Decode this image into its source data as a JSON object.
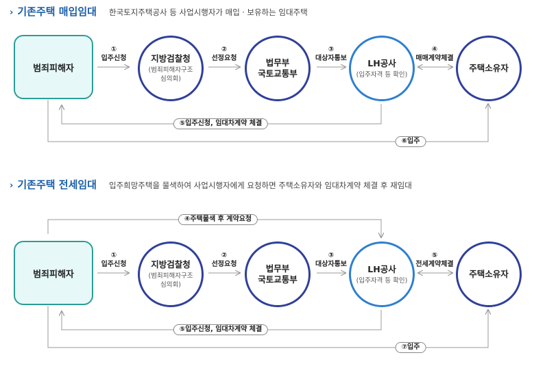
{
  "sections": [
    {
      "title": "기존주택 매입임대",
      "description": "한국토지주택공사 등 사업시행자가 매입ㆍ보유하는 임대주택",
      "nodes": {
        "victim": "범죄피해자",
        "prosecutor": {
          "name": "지방검찰청",
          "sub": "(범죄피해자구조\n심의회)"
        },
        "ministry": {
          "name": "법무부\n국토교통부"
        },
        "lh": {
          "name": "LH공사",
          "sub": "(입주자격 등 확인)"
        },
        "owner": "주택소유자"
      },
      "steps": {
        "s1": {
          "num": "①",
          "label": "입주신청"
        },
        "s2": {
          "num": "②",
          "label": "선정요청"
        },
        "s3": {
          "num": "③",
          "label": "대상자통보"
        },
        "s4": {
          "num": "④",
          "label": "매매계약체결"
        }
      },
      "bottom_pill_1": "⑤입주신청, 임대차계약 체결",
      "bottom_pill_2": "⑥입주"
    },
    {
      "title": "기존주택 전세임대",
      "description": "입주희망주택을 물색하여 사업시행자에게 요청하면 주택소유자와 임대차계약 체결 후 재임대",
      "top_pill": "④주택물색 후 계약요청",
      "nodes": {
        "victim": "범죄피해자",
        "prosecutor": {
          "name": "지방검찰청",
          "sub": "(범죄피해자구조\n심의회)"
        },
        "ministry": {
          "name": "법무부\n국토교통부"
        },
        "lh": {
          "name": "LH공사",
          "sub": "(입주자격 등 확인)"
        },
        "owner": "주택소유자"
      },
      "steps": {
        "s1": {
          "num": "①",
          "label": "입주신청"
        },
        "s2": {
          "num": "②",
          "label": "선정요청"
        },
        "s3": {
          "num": "③",
          "label": "대상자통보"
        },
        "s5": {
          "num": "⑤",
          "label": "전세계약체결"
        }
      },
      "bottom_pill_1": "⑤입주신청, 임대차계약 체결",
      "bottom_pill_2": "⑦입주"
    }
  ],
  "colors": {
    "heading": "#1a5ea8",
    "victim_border": "#2a9d96",
    "victim_fill": "#e6f8f8",
    "circle_border": "#2f3f9a",
    "lh_border": "#2d7fd0",
    "line": "#999999"
  }
}
